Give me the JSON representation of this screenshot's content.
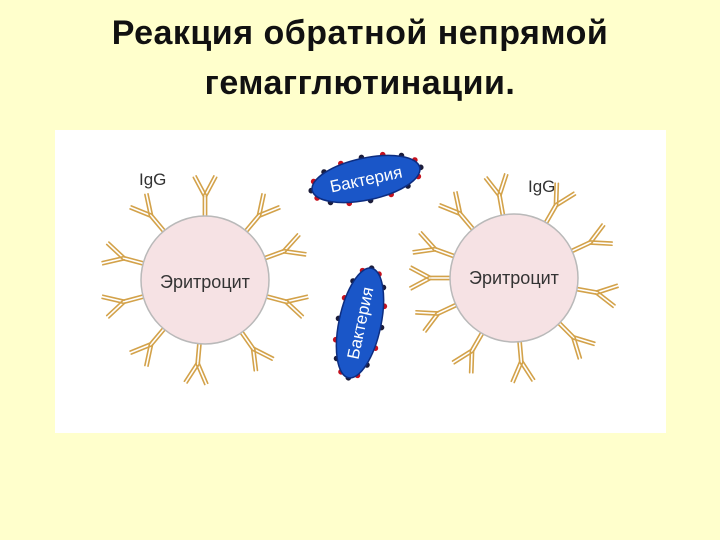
{
  "slide": {
    "title_line1": "Реакция обратной непрямой",
    "title_line2": "гемагглютинации."
  },
  "diagram": {
    "erythrocyte_label": "Эритроцит",
    "igg_label": "IgG",
    "bacteria_label": "Бактерия",
    "colors": {
      "background": "#ffffcc",
      "erythrocyte_fill": "#f6e2e4",
      "erythrocyte_stroke": "#b9b9b9",
      "antibody": "#d3a24a",
      "bacteria_fill": "#1a56c8",
      "bacteria_text": "#ffffff",
      "bacteria_stroke": "#0d2d80",
      "bacteria_dot_red": "#c4121e",
      "bacteria_dot_dark": "#1d1d3a"
    },
    "icons": [
      "erythrocyte-cell",
      "igg-antibody",
      "bacteria-cell"
    ]
  }
}
